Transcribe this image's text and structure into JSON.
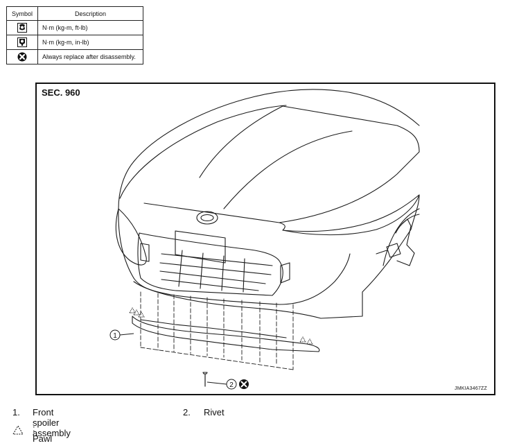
{
  "symbol_table": {
    "headers": {
      "symbol": "Symbol",
      "description": "Description"
    },
    "rows": [
      {
        "icon": "torque-wrench-ftlb-icon",
        "description": "N·m (kg-m, ft-lb)"
      },
      {
        "icon": "torque-wrench-inlb-icon",
        "description": "N·m (kg-m, in-lb)"
      },
      {
        "icon": "always-replace-icon",
        "description": "Always replace after disassembly."
      }
    ]
  },
  "figure": {
    "section_label": "SEC. 960",
    "figure_code": "JMKIA3467ZZ",
    "callouts": {
      "one": "1",
      "two": "2"
    }
  },
  "legend": {
    "items": [
      {
        "number": "1.",
        "label": "Front spoiler assembly"
      },
      {
        "number": "2.",
        "label": "Rivet"
      }
    ],
    "pawl_label": ": Pawl"
  },
  "colors": {
    "line": "#1a1a1a",
    "background": "#ffffff"
  }
}
